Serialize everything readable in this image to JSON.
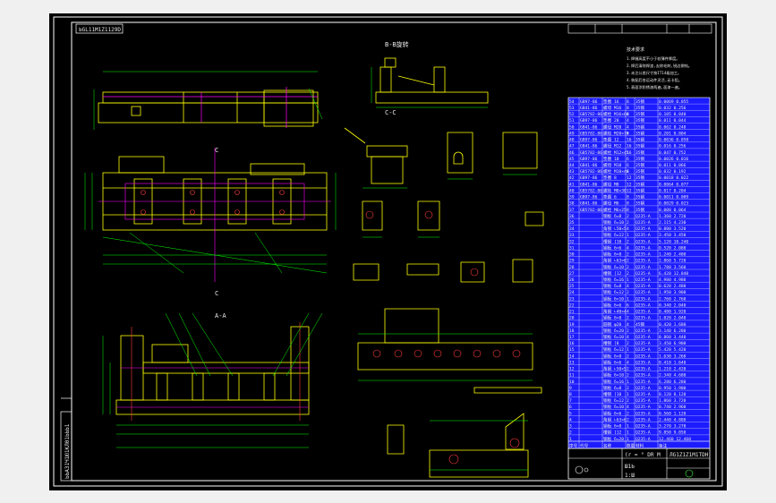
{
  "drawing": {
    "code_tab": "ЬGL11M1Z1129D",
    "code_side": "ЬЬAЗ1Ч1Ю1КЛ01ЬЬЬ1",
    "title_block": {
      "title": "(r = ° DR M",
      "code": "ЛG1Z1Z1M1TDH",
      "material": "Ш1Ь",
      "scale": "1:Ш"
    },
    "views": {
      "bb": "B-B旋转",
      "cc": "C-C",
      "aa": "A-A",
      "c_top": "C",
      "c_bot": "C"
    }
  },
  "bom": {
    "header": [
      "序号",
      "代号",
      "名称",
      "数量",
      "材料",
      "备注"
    ],
    "rows": [
      [
        "54",
        "GB97-86",
        "垫圈 16",
        "8",
        "35钢",
        "0.0069 0.055"
      ],
      [
        "53",
        "GB41-86",
        "螺母 M16",
        "8",
        "35钢",
        "0.032 0.256"
      ],
      [
        "52",
        "GB5782-86",
        "螺栓 M16×60",
        "8",
        "35钢",
        "0.105 0.840"
      ],
      [
        "51",
        "GB97-86",
        "垫圈 20",
        "4",
        "35钢",
        "0.011 0.044"
      ],
      [
        "50",
        "GB41-86",
        "螺母 M20",
        "4",
        "35钢",
        "0.062 0.248"
      ],
      [
        "49",
        "GB5782-86",
        "螺栓 M20×70",
        "4",
        "35钢",
        "0.201 0.804"
      ],
      [
        "48",
        "GB97-86",
        "垫圈 12",
        "16",
        "35钢",
        "0.0036 0.058"
      ],
      [
        "47",
        "GB41-86",
        "螺母 M12",
        "16",
        "35钢",
        "0.016 0.256"
      ],
      [
        "46",
        "GB5782-86",
        "螺栓 M12×45",
        "16",
        "35钢",
        "0.047 0.752"
      ],
      [
        "45",
        "GB97-86",
        "垫圈 10",
        "6",
        "35钢",
        "0.0026 0.016"
      ],
      [
        "44",
        "GB41-86",
        "螺母 M10",
        "6",
        "35钢",
        "0.011 0.066"
      ],
      [
        "43",
        "GB5782-86",
        "螺栓 M10×40",
        "6",
        "35钢",
        "0.032 0.192"
      ],
      [
        "42",
        "GB97-86",
        "垫圈 8",
        "12",
        "35钢",
        "0.0018 0.022"
      ],
      [
        "41",
        "GB41-86",
        "螺母 M8",
        "12",
        "35钢",
        "0.0064 0.077"
      ],
      [
        "40",
        "GB5782-86",
        "螺栓 M8×30",
        "12",
        "35钢",
        "0.017 0.204"
      ],
      [
        "39",
        "GB97-86",
        "垫圈 6",
        "8",
        "35钢",
        "0.0011 0.009"
      ],
      [
        "38",
        "GB41-86",
        "螺母 M6",
        "8",
        "35钢",
        "0.0029 0.023"
      ],
      [
        "37",
        "GB5782-86",
        "螺栓 M6×25",
        "8",
        "35钢",
        "0.008 0.064"
      ],
      [
        "36",
        "",
        "钢板 δ=8",
        "2",
        "Q235-A",
        "1.360 2.720"
      ],
      [
        "35",
        "",
        "钢板 δ=10",
        "2",
        "Q235-A",
        "2.115 4.230"
      ],
      [
        "34",
        "",
        "角钢 ∟50×5",
        "4",
        "Q235-A",
        "0.880 3.520"
      ],
      [
        "33",
        "",
        "钢板 δ=12",
        "1",
        "Q235-A",
        "3.450 3.450"
      ],
      [
        "32",
        "",
        "槽钢 [10",
        "2",
        "Q235-A",
        "5.120 10.240"
      ],
      [
        "31",
        "",
        "钢板 δ=6",
        "4",
        "Q235-A",
        "0.520 2.080"
      ],
      [
        "30",
        "",
        "钢板 δ=8",
        "2",
        "Q235-A",
        "1.240 2.480"
      ],
      [
        "29",
        "",
        "角钢 ∟63×6",
        "2",
        "Q235-A",
        "2.860 5.720"
      ],
      [
        "28",
        "",
        "钢板 δ=10",
        "2",
        "Q235-A",
        "1.780 3.560"
      ],
      [
        "27",
        "",
        "槽钢 [12",
        "2",
        "Q235-A",
        "6.420 12.840"
      ],
      [
        "26",
        "",
        "钢板 δ=16",
        "1",
        "Q235-A",
        "4.980 4.980"
      ],
      [
        "25",
        "",
        "钢板 δ=8",
        "4",
        "Q235-A",
        "0.620 2.480"
      ],
      [
        "24",
        "",
        "钢板 δ=12",
        "2",
        "Q235-A",
        "1.950 3.900"
      ],
      [
        "23",
        "",
        "钢板 δ=10",
        "1",
        "Q235-A",
        "2.760 2.760"
      ],
      [
        "22",
        "",
        "钢板 δ=6",
        "6",
        "Q235-A",
        "0.340 2.040"
      ],
      [
        "21",
        "",
        "角钢 ∟40×4",
        "4",
        "Q235-A",
        "0.480 1.920"
      ],
      [
        "20",
        "",
        "钢板 δ=8",
        "2",
        "Q235-A",
        "1.020 2.040"
      ],
      [
        "19",
        "",
        "圆钢 φ20",
        "4",
        "45钢",
        "0.420 1.680"
      ],
      [
        "18",
        "",
        "钢板 δ=20",
        "2",
        "Q235-A",
        "3.140 6.280"
      ],
      [
        "17",
        "",
        "钢板 δ=10",
        "4",
        "Q235-A",
        "0.860 3.440"
      ],
      [
        "16",
        "",
        "槽钢 [8",
        "2",
        "Q235-A",
        "3.450 6.900"
      ],
      [
        "15",
        "",
        "钢板 δ=12",
        "1",
        "Q235-A",
        "5.420 5.420"
      ],
      [
        "14",
        "",
        "钢板 δ=8",
        "2",
        "Q235-A",
        "1.630 3.260"
      ],
      [
        "13",
        "",
        "钢板 δ=6",
        "4",
        "Q235-A",
        "0.410 1.640"
      ],
      [
        "12",
        "",
        "角钢 ∟50×5",
        "2",
        "Q235-A",
        "1.210 2.420"
      ],
      [
        "11",
        "",
        "钢板 δ=10",
        "2",
        "Q235-A",
        "2.340 4.680"
      ],
      [
        "10",
        "",
        "钢板 δ=16",
        "1",
        "Q235-A",
        "6.280 6.280"
      ],
      [
        "9",
        "",
        "钢板 δ=8",
        "2",
        "Q235-A",
        "0.950 1.900"
      ],
      [
        "8",
        "",
        "槽钢 [10",
        "1",
        "Q235-A",
        "8.120 8.120"
      ],
      [
        "7",
        "",
        "钢板 δ=12",
        "2",
        "Q235-A",
        "1.860 3.720"
      ],
      [
        "6",
        "",
        "钢板 δ=10",
        "4",
        "Q235-A",
        "0.740 2.960"
      ],
      [
        "5",
        "",
        "钢板 δ=6",
        "2",
        "Q235-A",
        "0.560 1.120"
      ],
      [
        "4",
        "",
        "角钢 ∟63×6",
        "2",
        "Q235-A",
        "2.440 4.880"
      ],
      [
        "3",
        "",
        "钢板 δ=8",
        "1",
        "Q235-A",
        "3.270 3.270"
      ],
      [
        "2",
        "",
        "槽钢 [12",
        "1",
        "Q235-A",
        "9.850 9.850"
      ],
      [
        "1",
        "",
        "钢板 δ=20",
        "1",
        "Q235-A",
        "12.460 12.460"
      ]
    ]
  },
  "notes": {
    "title": "技术要求",
    "lines": [
      "1.焊缝高度不小于较薄件厚度。",
      "2.焊后清除焊渣,去除毛刺,锐边倒钝。",
      "3.未注公差尺寸按IT14级加工。",
      "4.装配后各运动件灵活,无卡阻。",
      "5.表面涂防锈漆两遍,面漆一遍。"
    ]
  },
  "colors": {
    "bg": "#000000",
    "frame": "#ffffff",
    "part": "#ffff00",
    "dim": "#00ff00",
    "section": "#ff00ff",
    "center": "#ff3b3b",
    "table_fill": "#1c1cff",
    "table_text": "#ffffff",
    "outline": "#ffffff"
  }
}
